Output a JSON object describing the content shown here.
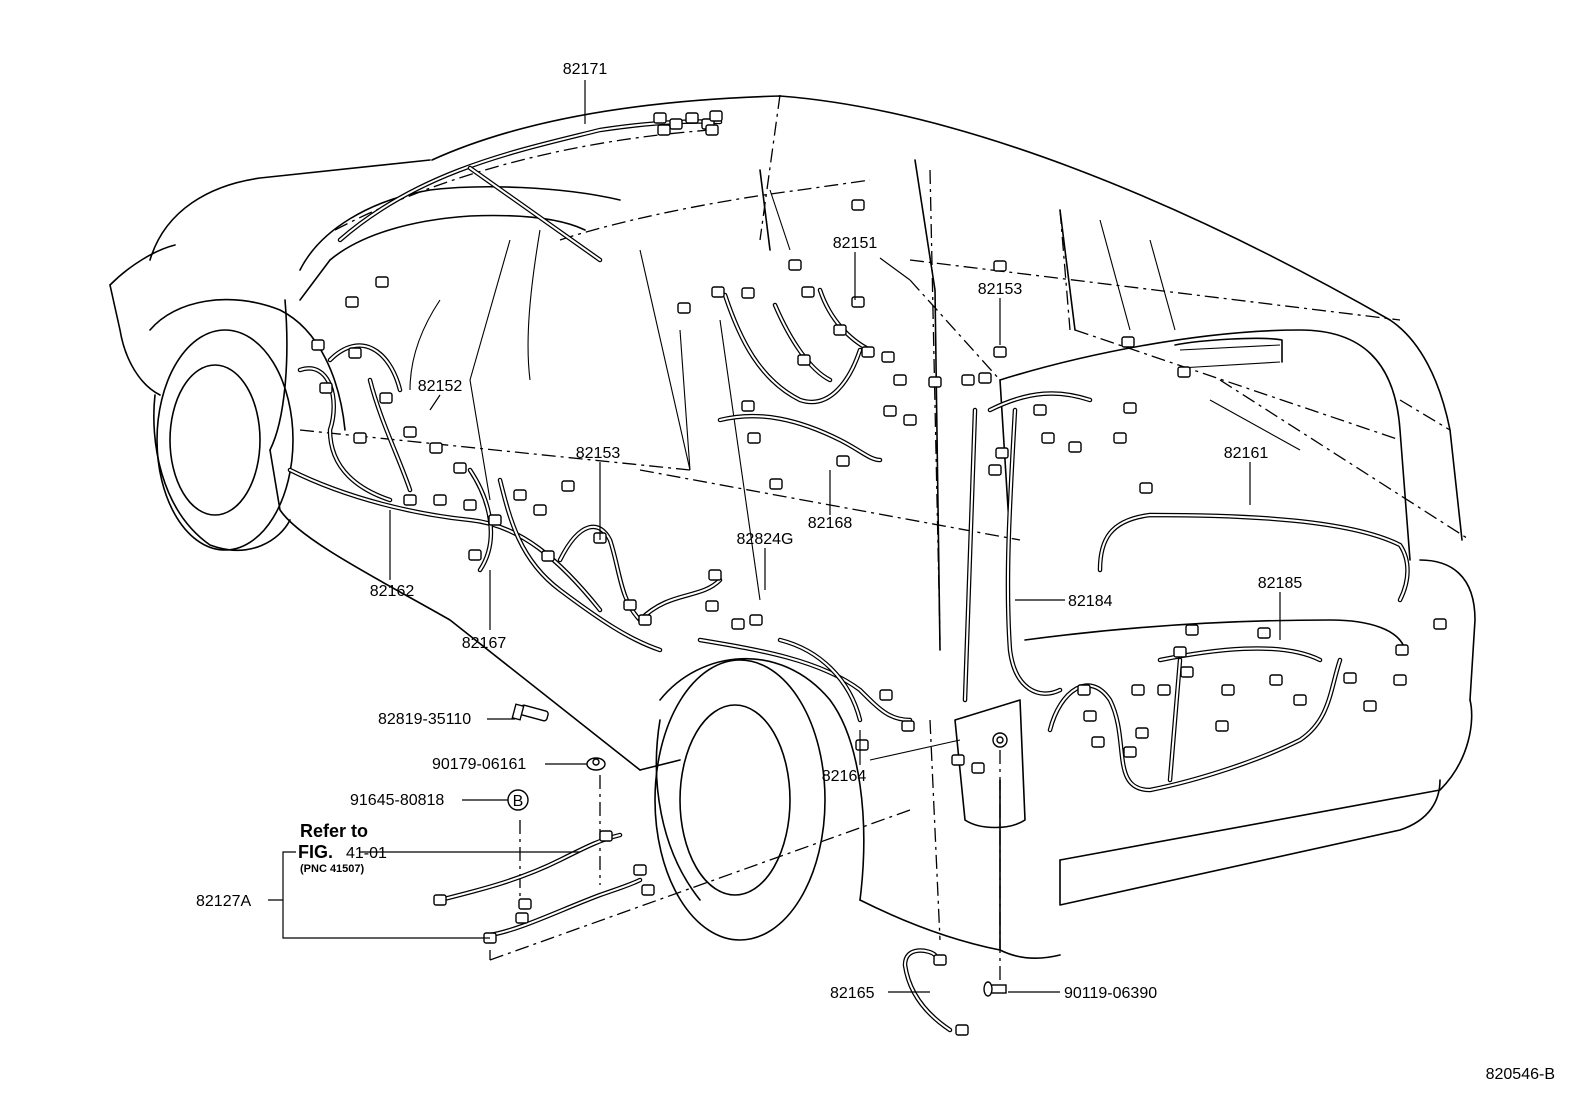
{
  "diagram": {
    "callouts": {
      "p82171": "82171",
      "p82151": "82151",
      "p82153_top": "82153",
      "p82152": "82152",
      "p82153_mid": "82153",
      "p82161": "82161",
      "p82168": "82168",
      "p82824g": "82824G",
      "p82162": "82162",
      "p82167": "82167",
      "p82184": "82184",
      "p82185": "82185",
      "p82164": "82164",
      "p82165": "82165",
      "p82127a": "82127A"
    },
    "fasteners": {
      "bolt_82819": "82819-35110",
      "nut_90179": "90179-06161",
      "clip_91645": "91645-80818",
      "clip_badge": "B",
      "bolt_90119": "90119-06390"
    },
    "reference": {
      "refer_to": "Refer to",
      "fig": "FIG.",
      "fig_number": "41-01",
      "pnc": "(PNC 41507)"
    },
    "figure_id": "820546-B"
  }
}
